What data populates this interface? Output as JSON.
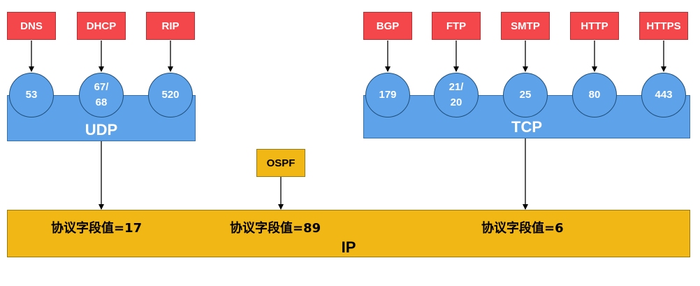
{
  "udp_group": {
    "label": "UDP",
    "apps": [
      "DNS",
      "DHCP",
      "RIP"
    ],
    "ports": [
      "53",
      "67/\n68",
      "520"
    ]
  },
  "tcp_group": {
    "label": "TCP",
    "apps": [
      "BGP",
      "FTP",
      "SMTP",
      "HTTP",
      "HTTPS"
    ],
    "ports": [
      "179",
      "21/\n20",
      "25",
      "80",
      "443"
    ]
  },
  "ospf": {
    "label": "OSPF"
  },
  "ip_layer": {
    "label": "IP",
    "protocol_fields": [
      "协议字段值=17",
      "协议字段值=89",
      "协议字段值=6"
    ]
  },
  "colors": {
    "application": "#f4474b",
    "transport": "#5ea3ea",
    "network": "#f1b714"
  }
}
